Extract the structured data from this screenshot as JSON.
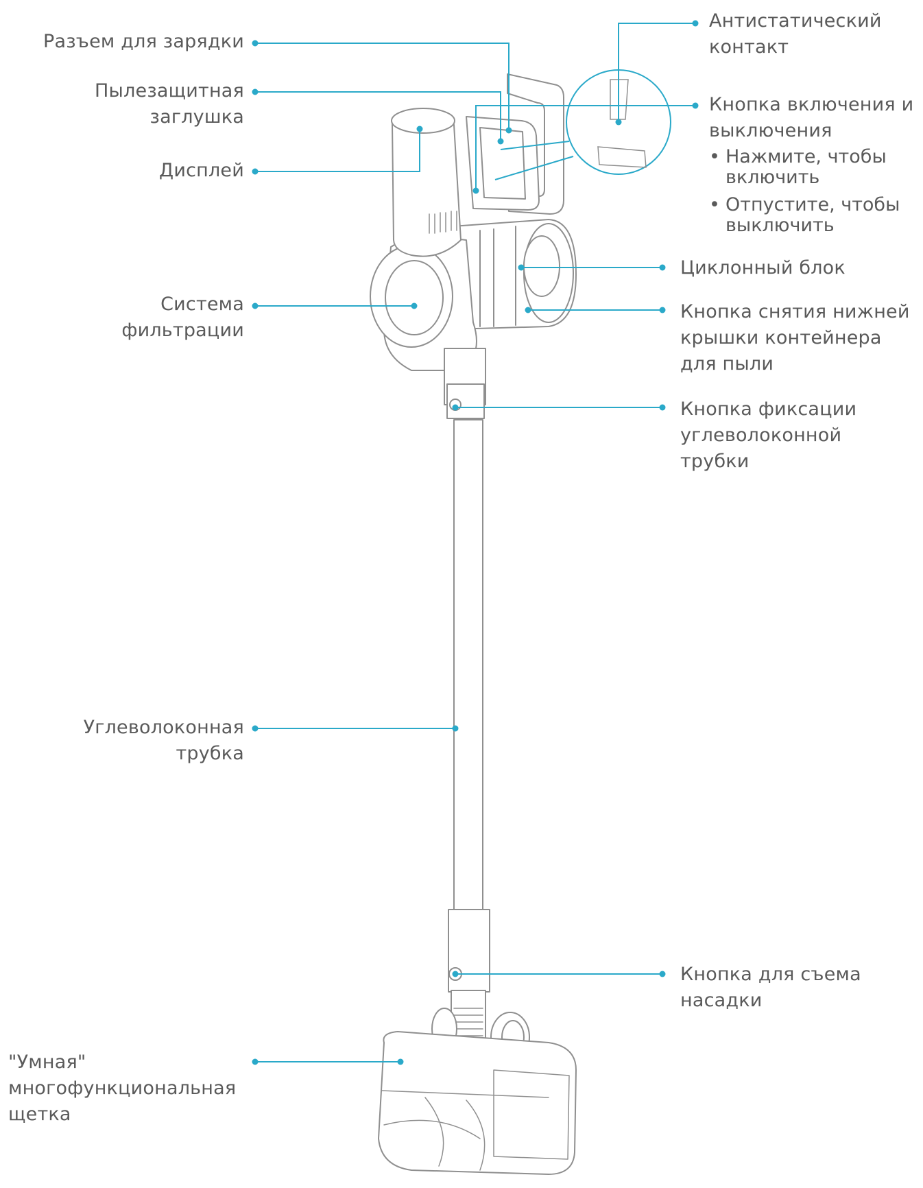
{
  "colors": {
    "leader": "#2aa9c9",
    "outline": "#8f8f8f",
    "text": "#5a5a5a",
    "background": "#ffffff"
  },
  "labels": {
    "charging_port": [
      "Разъем для зарядки"
    ],
    "dust_plug": [
      "Пылезащитная",
      "заглушка"
    ],
    "display": [
      "Дисплей"
    ],
    "filtration": [
      "Система",
      "фильтрации"
    ],
    "carbon_tube": [
      "Углеволоконная",
      "трубка"
    ],
    "smart_brush": [
      "\"Умная\"",
      "многофункциональная",
      "щетка"
    ],
    "antistatic": [
      "Антистатический",
      "контакт"
    ],
    "power_button": [
      "Кнопка включения и",
      "выключения"
    ],
    "power_bullets": [
      [
        "Нажмите, чтобы",
        "включить"
      ],
      [
        "Отпустите, чтобы",
        "выключить"
      ]
    ],
    "cyclone": [
      "Циклонный блок"
    ],
    "bin_release": [
      "Кнопка снятия нижней",
      "крышки контейнера",
      "для пыли"
    ],
    "tube_lock": [
      "Кнопка фиксации",
      "углеволоконной",
      "трубки"
    ],
    "nozzle_release": [
      "Кнопка для съема",
      "насадки"
    ]
  }
}
